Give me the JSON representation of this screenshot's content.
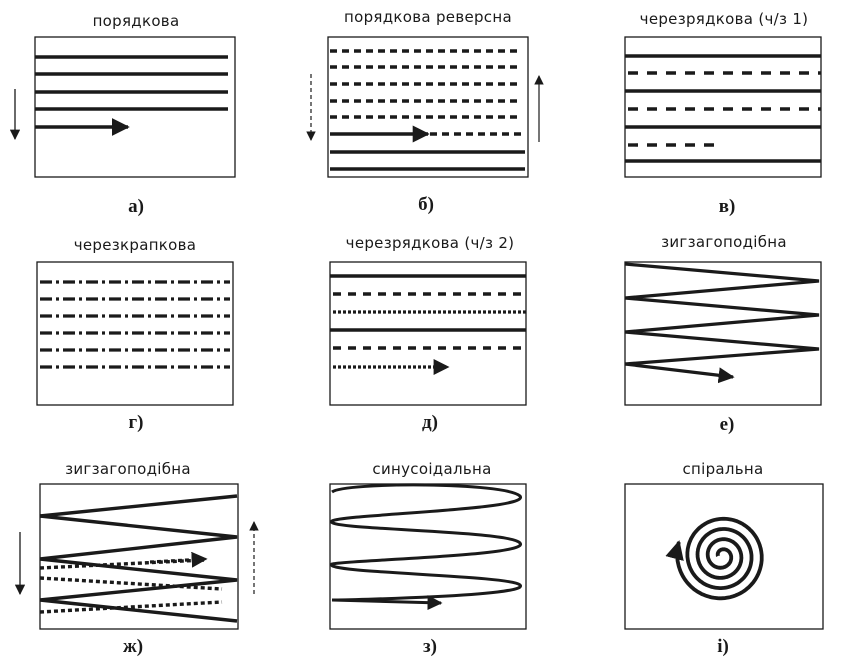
{
  "panels": [
    {
      "title": "порядкова",
      "label": "а)"
    },
    {
      "title": "порядкова реверсна",
      "label": "б)"
    },
    {
      "title": "черезрядкова (ч/з 1)",
      "label": "в)"
    },
    {
      "title": "черезкрапкова",
      "label": "г)"
    },
    {
      "title": "черезрядкова (ч/з 2)",
      "label": "д)"
    },
    {
      "title": "зигзагоподібна",
      "label": "е)"
    },
    {
      "title": "зигзагоподібна",
      "label": "ж)"
    },
    {
      "title": "синусоідальна",
      "label": "з)"
    },
    {
      "title": "спіральна",
      "label": "і)"
    }
  ]
}
